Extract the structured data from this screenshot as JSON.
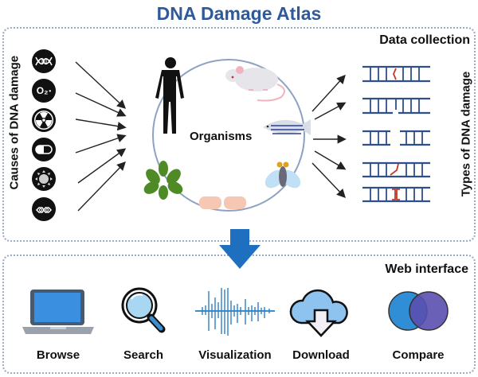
{
  "title": "DNA Damage Atlas",
  "data_collection": {
    "heading": "Data collection",
    "causes_label": "Causes of DNA damage",
    "causes": [
      {
        "icon": "dna-helix-icon",
        "text": ""
      },
      {
        "icon": "oxygen-radical-icon",
        "text": "O₂"
      },
      {
        "icon": "radiation-icon",
        "text": ""
      },
      {
        "icon": "pill-capsule-icon",
        "text": ""
      },
      {
        "icon": "sun-uv-icon",
        "text": ""
      },
      {
        "icon": "chemical-ring-icon",
        "text": ""
      }
    ],
    "organisms_label": "Organisms",
    "organisms": [
      "human",
      "mouse",
      "zebrafish",
      "fruit fly",
      "cells",
      "plant"
    ],
    "types_label": "Types of DNA damage",
    "damage_types": [
      "base modification",
      "single-strand break",
      "double-strand break",
      "mismatch/crosslink",
      "interstrand crosslink"
    ]
  },
  "web_interface": {
    "heading": "Web interface",
    "features": [
      {
        "label": "Browse",
        "icon": "laptop-icon"
      },
      {
        "label": "Search",
        "icon": "magnifier-icon"
      },
      {
        "label": "Visualization",
        "icon": "waveform-icon"
      },
      {
        "label": "Download",
        "icon": "cloud-download-icon"
      },
      {
        "label": "Compare",
        "icon": "venn-icon"
      }
    ]
  },
  "colors": {
    "title": "#2f5a9a",
    "accent_arrow": "#1f6fc0",
    "dna": "#2f4f8a",
    "damage": "#c0392b"
  }
}
